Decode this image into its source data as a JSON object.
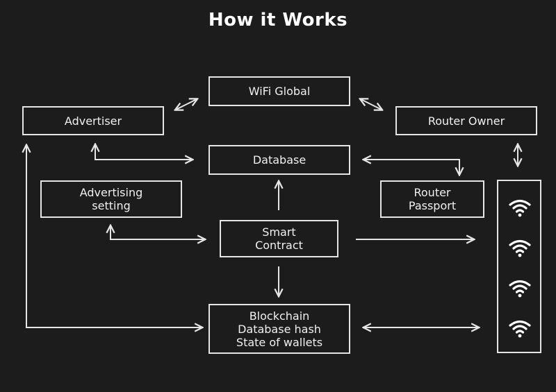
{
  "title": "How it Works",
  "nodes": {
    "wifi_global": "WiFi Global",
    "advertiser": "Advertiser",
    "router_owner": "Router Owner",
    "database": "Database",
    "advertising_setting": [
      "Advertising",
      "setting"
    ],
    "router_passport": [
      "Router",
      "Passport"
    ],
    "smart_contract": [
      "Smart",
      "Contract"
    ],
    "blockchain": [
      "Blockchain",
      "Database hash",
      "State of wallets"
    ]
  },
  "wifi_icons": [
    "wifi-icon",
    "wifi-icon",
    "wifi-icon",
    "wifi-icon"
  ],
  "colors": {
    "background": "#1c1c1c",
    "line": "#e6e6e6"
  }
}
